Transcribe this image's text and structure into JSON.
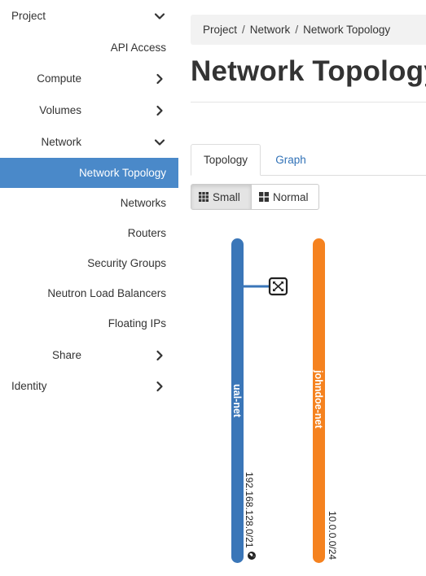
{
  "sidebar": {
    "items": [
      {
        "label": "Project",
        "level": 0,
        "chevron": "down"
      },
      {
        "label": "API Access",
        "level": 2
      },
      {
        "label": "Compute",
        "level": 1,
        "chevron": "right"
      },
      {
        "label": "Volumes",
        "level": 1,
        "chevron": "right"
      },
      {
        "label": "Network",
        "level": 1,
        "chevron": "down"
      },
      {
        "label": "Network Topology",
        "level": 2,
        "active": true
      },
      {
        "label": "Networks",
        "level": 2
      },
      {
        "label": "Routers",
        "level": 2
      },
      {
        "label": "Security Groups",
        "level": 2
      },
      {
        "label": "Neutron Load Balancers",
        "level": 2
      },
      {
        "label": "Floating IPs",
        "level": 2
      },
      {
        "label": "Share",
        "level": 1,
        "chevron": "right"
      },
      {
        "label": "Identity",
        "level": 0,
        "chevron": "right"
      }
    ],
    "active_color": "#4a89c9"
  },
  "breadcrumb": {
    "items": [
      "Project",
      "Network",
      "Network Topology"
    ],
    "separator": "/"
  },
  "page": {
    "title": "Network Topology"
  },
  "tabs": [
    {
      "label": "Topology",
      "active": true
    },
    {
      "label": "Graph",
      "active": false
    }
  ],
  "view_toggle": {
    "small_label": "Small",
    "normal_label": "Normal",
    "selected": "Small"
  },
  "topology": {
    "networks": [
      {
        "name": "ual-net",
        "cidr": "192.168.128.0/21",
        "color": "#3a76b8",
        "external": true
      },
      {
        "name": "johndoe-net",
        "cidr": "10.0.0.0/24",
        "color": "#f5821f",
        "external": false
      }
    ],
    "router_icon": "router-icon"
  }
}
